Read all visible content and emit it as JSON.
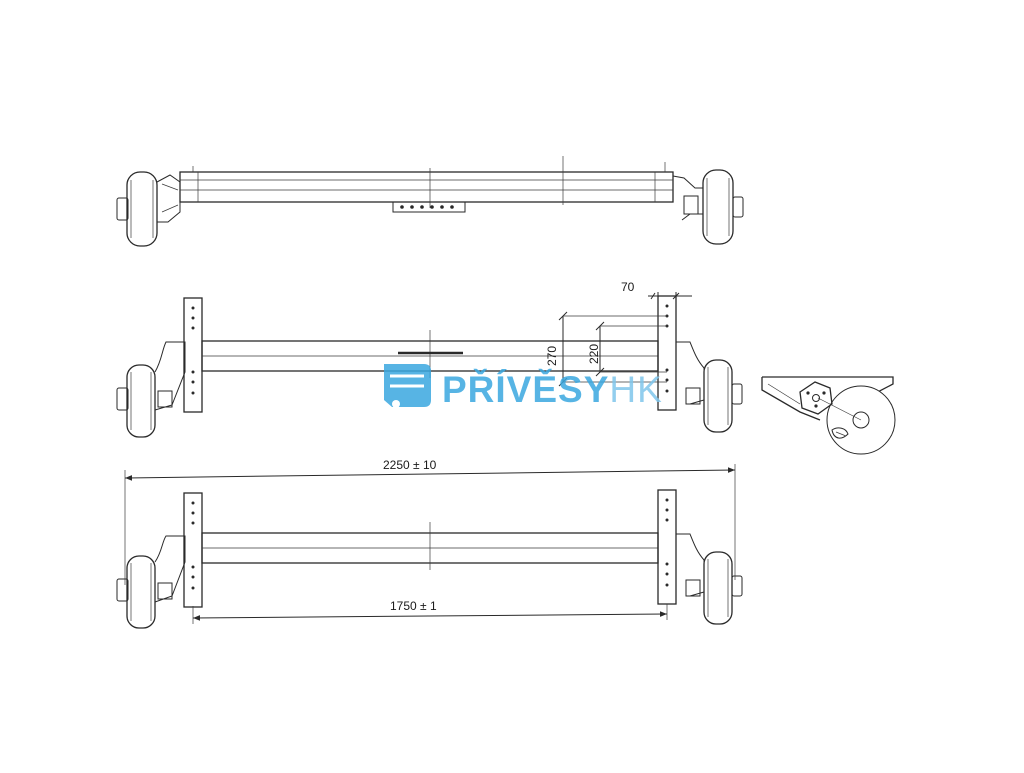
{
  "watermark": {
    "brand_prefix": "PŘÍVĚSY",
    "brand_suffix": "HK",
    "color": "#3aa8e0"
  },
  "dimensions": {
    "top_offset": "70",
    "height_a": "270",
    "height_b": "220",
    "overall_width": "2250 ± 10",
    "flange_span": "1750 ± 1"
  },
  "colors": {
    "line": "#2a2a2a",
    "background": "#ffffff"
  }
}
